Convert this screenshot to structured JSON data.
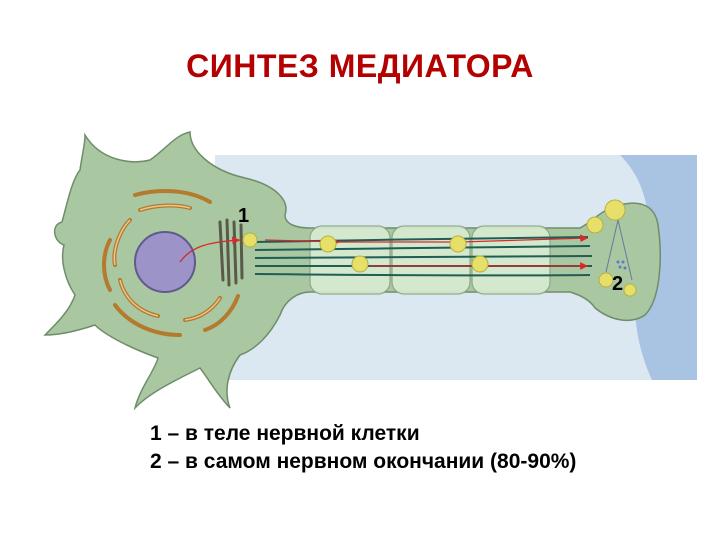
{
  "title": "СИНТЕЗ МЕДИАТОРА",
  "diagram": {
    "marker_1": "1",
    "marker_2": "2",
    "colors": {
      "cell": "#a9c7a0",
      "cell_outline": "#6f8d6a",
      "background_fluid": "#dbe7f1",
      "synaptic_membrane": "#a9c3e2",
      "nucleus": "#9c93c9",
      "vesicle": "#e6e06a",
      "arrow": "#d32b2b"
    }
  },
  "legend": {
    "line1": "1 – в теле нервной клетки",
    "line2": "2 – в самом нервном окончании (80-90%)"
  }
}
